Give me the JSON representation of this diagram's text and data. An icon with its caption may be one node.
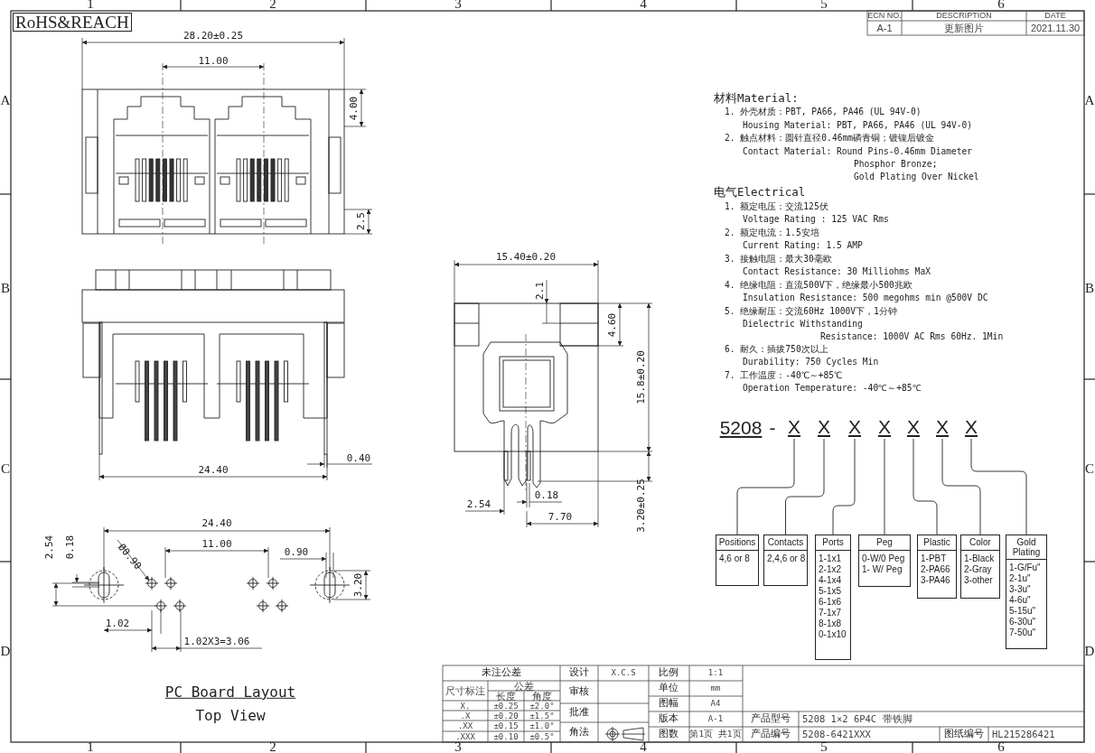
{
  "diagram": {
    "nodes": [
      {
        "text": [
          "X"
        ]
      },
      {
        "text": [
          "X"
        ]
      },
      {
        "text": [
          "X"
        ]
      },
      {
        "text": [
          "X"
        ]
      },
      {
        "text": [
          "X"
        ]
      },
      {
        "text": [
          "X"
        ]
      },
      {
        "text": [
          "X"
        ]
      },
      {
        "text": [
          "Positions",
          "4,6 or 8"
        ]
      },
      {
        "text": [
          "Contacts",
          "2,4,6 or 8"
        ]
      },
      {
        "text": [
          "Ports",
          "1-1x1",
          "2-1x2",
          "4-1x4",
          "5-1x5",
          "6-1x6",
          "7-1x7",
          "8-1x8",
          "0-1x10"
        ]
      },
      {
        "text": [
          "Peg",
          "0-W/0 Peg",
          "1- W/ Peg"
        ]
      },
      {
        "text": [
          "Plastic",
          "1-PBT",
          "2-PA66",
          "3-PA46"
        ]
      },
      {
        "text": [
          "Color",
          "1-Black",
          "2-Gray",
          "3-other"
        ]
      },
      {
        "text": [
          "Gold Plating",
          "1-G/Fu\"",
          "2-1u\"",
          "3-3u\"",
          "4-6u\"",
          "5-15u\"",
          "6-30u\"",
          "7-50u\""
        ]
      }
    ],
    "edges": [
      {
        "from": 0,
        "to": 7,
        "arrow": "none"
      },
      {
        "from": 1,
        "to": 8,
        "arrow": "none"
      },
      {
        "from": 2,
        "to": 9,
        "arrow": "none"
      },
      {
        "from": 3,
        "to": 10,
        "arrow": "none"
      },
      {
        "from": 4,
        "to": 11,
        "arrow": "none"
      },
      {
        "from": 5,
        "to": 12,
        "arrow": "none"
      },
      {
        "from": 6,
        "to": 13,
        "arrow": "none"
      }
    ],
    "labels": [
      "1",
      "2",
      "3",
      "4",
      "5",
      "6",
      "RoHS&REACH",
      "ECN NO.",
      "DESCRIPTION",
      "DATE",
      "A-1",
      "更新图片",
      "2021.11.30",
      "28.20±0.25",
      "11.00",
      "4.00",
      "2.5",
      "0.40",
      "24.40",
      "15.40±0.20",
      "2.1",
      "4.60",
      "15.8±0.20",
      "3.20±0.25",
      "0.18",
      "2.54",
      "7.70",
      "24.40",
      "11.00",
      "0.90",
      "2.54",
      "0.18",
      "Ø0.90",
      "3.20",
      "1.02",
      "1.02X3=3.06",
      "PC Board Layout",
      "Top View",
      "材料Material:",
      "1. 外壳材质：PBT, PA66, PA46 (UL 94V-0)",
      "Housing Material: PBT, PA66, PA46 (UL 94V-0)",
      "2. 触点材料：圆针直径0.46mm磷青铜；镀镍后镀金",
      "Contact Material: Round Pins-0.46mm Diameter",
      "Phosphor Bronze;",
      "Gold Plating Over Nickel",
      "电气Electrical",
      "1. 额定电压：交流125伏",
      "Voltage Rating : 125 VAC Rms",
      "2. 额定电流：1.5安培",
      "Current Rating: 1.5 AMP",
      "3. 接触电阻：最大30毫欧",
      "Contact Resistance: 30 Milliohms MaX",
      "4. 绝缘电阻：直流500V下，绝缘最小500兆欧",
      "Insulation Resistance: 500 megohms min @500V DC",
      "5. 绝缘耐压：交流60Hz 1000V下，1分钟",
      "Dielectric Withstanding",
      "Resistance: 1000V AC Rms 60Hz. 1Min",
      "6. 耐久：插拔750次以上",
      "Durability: 750 Cycles Min",
      "7. 工作温度：-40℃～+85℃",
      "Operation Temperature: -40℃～+85℃",
      "5208",
      "-",
      "未注公差",
      "尺寸标注",
      "公差",
      "长度",
      "角度",
      "X.",
      "±0.25",
      "±2.0°",
      ".X",
      "±0.20",
      "±1.5°",
      ".XX",
      "±0.15",
      "±1.0°",
      ".XXX",
      "±0.10",
      "±0.5°",
      "设计",
      "X.C.S",
      "审核",
      "批准",
      "角法",
      "比例",
      "1:1",
      "单位",
      "mm",
      "图幅",
      "A4",
      "版本",
      "A-1",
      "图数",
      "第1页 共1页",
      "产品型号",
      "5208 1×2 6P4C 带铁脚",
      "产品编号",
      "5208-6421XXX",
      "图纸编号",
      "HL215286421",
      "A",
      "B",
      "C",
      "D",
      "A",
      "B",
      "C",
      "D",
      "1",
      "2",
      "3",
      "4",
      "5",
      "6"
    ]
  }
}
